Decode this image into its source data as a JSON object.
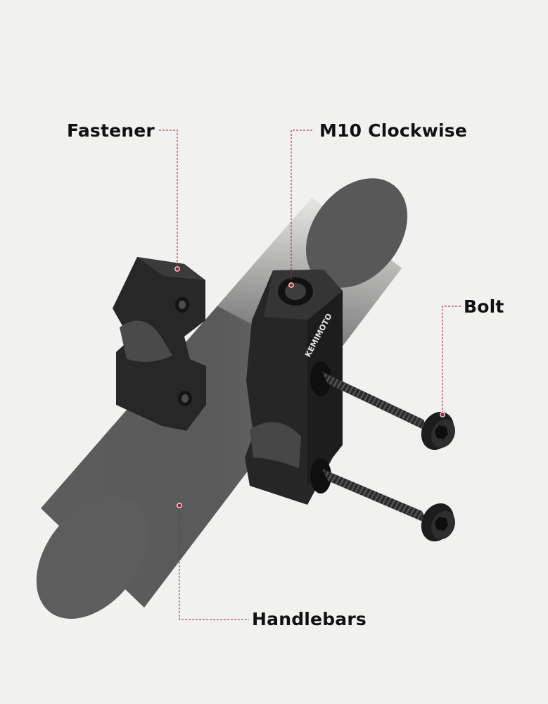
{
  "labels": {
    "fastener": "Fastener",
    "m10": "M10 Clockwise",
    "bolt": "Bolt",
    "handlebars": "Handlebars"
  },
  "brand_mark": "KEMIMOTO",
  "colors": {
    "background": "#f1f1ef",
    "leader_line": "#b21a2a",
    "label_text": "#111111",
    "tube": "#555555",
    "metal": "#242424"
  },
  "icons": [
    "fastener-clamp",
    "bracket-block",
    "socket-head-bolt",
    "handlebar-tube"
  ]
}
